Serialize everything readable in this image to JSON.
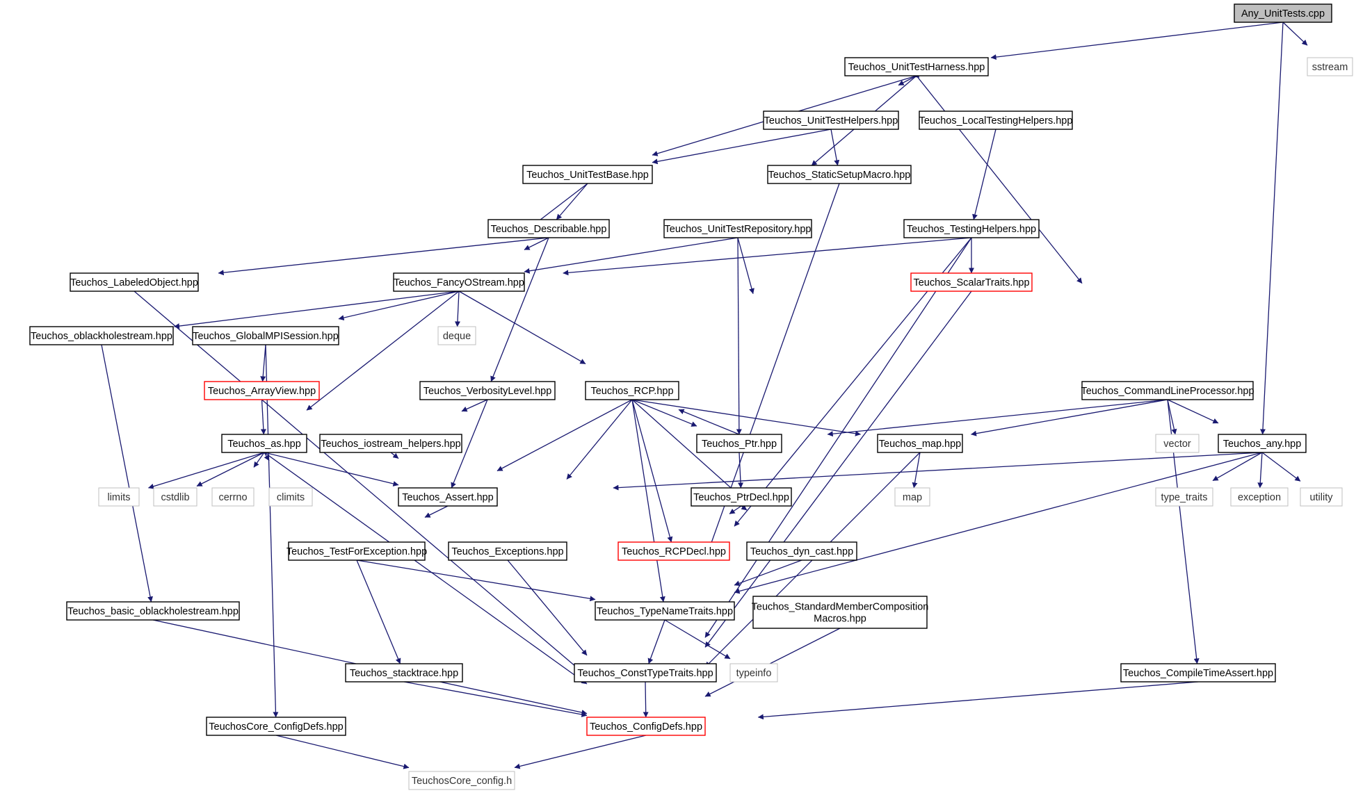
{
  "colors": {
    "edge": "#191970",
    "box_black": "#000000",
    "box_red": "#ff0000",
    "box_gray": "#bfbfbf",
    "root_fill": "#bfbfbf"
  },
  "nodes": [
    {
      "id": "any_unittests",
      "label": "Any_UnitTests.cpp",
      "style": "root"
    },
    {
      "id": "sstream",
      "label": "sstream",
      "style": "gray"
    },
    {
      "id": "unittestharness",
      "label": "Teuchos_UnitTestHarness.hpp",
      "style": "black"
    },
    {
      "id": "unittesthelpers",
      "label": "Teuchos_UnitTestHelpers.hpp",
      "style": "black"
    },
    {
      "id": "localtestinghelpers",
      "label": "Teuchos_LocalTestingHelpers.hpp",
      "style": "black"
    },
    {
      "id": "unittestbase",
      "label": "Teuchos_UnitTestBase.hpp",
      "style": "black"
    },
    {
      "id": "staticsetupmacro",
      "label": "Teuchos_StaticSetupMacro.hpp",
      "style": "black"
    },
    {
      "id": "describable",
      "label": "Teuchos_Describable.hpp",
      "style": "black"
    },
    {
      "id": "unittestrepository",
      "label": "Teuchos_UnitTestRepository.hpp",
      "style": "black"
    },
    {
      "id": "testinghelpers",
      "label": "Teuchos_TestingHelpers.hpp",
      "style": "black"
    },
    {
      "id": "labeledobject",
      "label": "Teuchos_LabeledObject.hpp",
      "style": "black"
    },
    {
      "id": "fancyostream",
      "label": "Teuchos_FancyOStream.hpp",
      "style": "black"
    },
    {
      "id": "scalartraits",
      "label": "Teuchos_ScalarTraits.hpp",
      "style": "red"
    },
    {
      "id": "oblackholestream",
      "label": "Teuchos_oblackholestream.hpp",
      "style": "black"
    },
    {
      "id": "globalmpisession",
      "label": "Teuchos_GlobalMPISession.hpp",
      "style": "black"
    },
    {
      "id": "deque",
      "label": "deque",
      "style": "gray"
    },
    {
      "id": "arrayview",
      "label": "Teuchos_ArrayView.hpp",
      "style": "red"
    },
    {
      "id": "verbositylevel",
      "label": "Teuchos_VerbosityLevel.hpp",
      "style": "black"
    },
    {
      "id": "rcp",
      "label": "Teuchos_RCP.hpp",
      "style": "black"
    },
    {
      "id": "commandlineprocessor",
      "label": "Teuchos_CommandLineProcessor.hpp",
      "style": "black"
    },
    {
      "id": "as",
      "label": "Teuchos_as.hpp",
      "style": "black"
    },
    {
      "id": "iostream_helpers",
      "label": "Teuchos_iostream_helpers.hpp",
      "style": "black"
    },
    {
      "id": "ptr",
      "label": "Teuchos_Ptr.hpp",
      "style": "black"
    },
    {
      "id": "map_hpp",
      "label": "Teuchos_map.hpp",
      "style": "black"
    },
    {
      "id": "vector",
      "label": "vector",
      "style": "gray"
    },
    {
      "id": "any_hpp",
      "label": "Teuchos_any.hpp",
      "style": "black"
    },
    {
      "id": "limits",
      "label": "limits",
      "style": "gray"
    },
    {
      "id": "cstdlib",
      "label": "cstdlib",
      "style": "gray"
    },
    {
      "id": "cerrno",
      "label": "cerrno",
      "style": "gray"
    },
    {
      "id": "climits",
      "label": "climits",
      "style": "gray"
    },
    {
      "id": "assert",
      "label": "Teuchos_Assert.hpp",
      "style": "black"
    },
    {
      "id": "ptrdecl",
      "label": "Teuchos_PtrDecl.hpp",
      "style": "black"
    },
    {
      "id": "map",
      "label": "map",
      "style": "gray"
    },
    {
      "id": "type_traits",
      "label": "type_traits",
      "style": "gray"
    },
    {
      "id": "exception",
      "label": "exception",
      "style": "gray"
    },
    {
      "id": "utility",
      "label": "utility",
      "style": "gray"
    },
    {
      "id": "testforexception",
      "label": "Teuchos_TestForException.hpp",
      "style": "black"
    },
    {
      "id": "exceptions",
      "label": "Teuchos_Exceptions.hpp",
      "style": "black"
    },
    {
      "id": "rcpdecl",
      "label": "Teuchos_RCPDecl.hpp",
      "style": "red"
    },
    {
      "id": "dyn_cast",
      "label": "Teuchos_dyn_cast.hpp",
      "style": "black"
    },
    {
      "id": "basic_oblackholestream",
      "label": "Teuchos_basic_oblackholestream.hpp",
      "style": "black"
    },
    {
      "id": "typenametraits",
      "label": "Teuchos_TypeNameTraits.hpp",
      "style": "black"
    },
    {
      "id": "standardmembercomposition",
      "label": [
        "Teuchos_StandardMemberComposition",
        "Macros.hpp"
      ],
      "style": "black"
    },
    {
      "id": "stacktrace",
      "label": "Teuchos_stacktrace.hpp",
      "style": "black"
    },
    {
      "id": "consttypetraits",
      "label": "Teuchos_ConstTypeTraits.hpp",
      "style": "black"
    },
    {
      "id": "typeinfo",
      "label": "typeinfo",
      "style": "gray"
    },
    {
      "id": "compiletimeassert",
      "label": "Teuchos_CompileTimeAssert.hpp",
      "style": "black"
    },
    {
      "id": "teuchoscore_configdefs",
      "label": "TeuchosCore_ConfigDefs.hpp",
      "style": "black"
    },
    {
      "id": "configdefs",
      "label": "Teuchos_ConfigDefs.hpp",
      "style": "red"
    },
    {
      "id": "teuchoscore_config",
      "label": "TeuchosCore_config.h",
      "style": "gray"
    }
  ],
  "edges": [
    [
      "any_unittests",
      "unittestharness"
    ],
    [
      "any_unittests",
      "sstream"
    ],
    [
      "any_unittests",
      "any_hpp"
    ],
    [
      "unittestharness",
      "unittesthelpers"
    ],
    [
      "unittestharness",
      "localtestinghelpers"
    ],
    [
      "unittestharness",
      "unittestbase"
    ],
    [
      "unittestharness",
      "unittestrepository"
    ],
    [
      "unittestharness",
      "commandlineprocessor"
    ],
    [
      "unittesthelpers",
      "unittestbase"
    ],
    [
      "unittesthelpers",
      "staticsetupmacro"
    ],
    [
      "localtestinghelpers",
      "testinghelpers"
    ],
    [
      "unittestbase",
      "describable"
    ],
    [
      "unittestbase",
      "fancyostream"
    ],
    [
      "staticsetupmacro",
      "configdefs"
    ],
    [
      "describable",
      "labeledobject"
    ],
    [
      "describable",
      "fancyostream"
    ],
    [
      "describable",
      "verbositylevel"
    ],
    [
      "unittestrepository",
      "fancyostream"
    ],
    [
      "unittestrepository",
      "ptr"
    ],
    [
      "unittestrepository",
      "standardmembercomposition"
    ],
    [
      "testinghelpers",
      "fancyostream"
    ],
    [
      "testinghelpers",
      "scalartraits"
    ],
    [
      "testinghelpers",
      "typenametraits"
    ],
    [
      "testinghelpers",
      "configdefs"
    ],
    [
      "labeledobject",
      "configdefs"
    ],
    [
      "fancyostream",
      "oblackholestream"
    ],
    [
      "fancyostream",
      "globalmpisession"
    ],
    [
      "fancyostream",
      "deque"
    ],
    [
      "fancyostream",
      "rcp"
    ],
    [
      "fancyostream",
      "as"
    ],
    [
      "scalartraits",
      "configdefs"
    ],
    [
      "oblackholestream",
      "basic_oblackholestream"
    ],
    [
      "globalmpisession",
      "arrayview"
    ],
    [
      "globalmpisession",
      "teuchoscore_configdefs"
    ],
    [
      "arrayview",
      "as"
    ],
    [
      "verbositylevel",
      "iostream_helpers"
    ],
    [
      "verbositylevel",
      "assert"
    ],
    [
      "rcp",
      "ptr"
    ],
    [
      "rcp",
      "map_hpp"
    ],
    [
      "rcp",
      "assert"
    ],
    [
      "rcp",
      "exceptions"
    ],
    [
      "rcp",
      "rcpdecl"
    ],
    [
      "rcp",
      "dyn_cast"
    ],
    [
      "rcp",
      "typenametraits"
    ],
    [
      "commandlineprocessor",
      "ptr"
    ],
    [
      "commandlineprocessor",
      "map_hpp"
    ],
    [
      "commandlineprocessor",
      "vector"
    ],
    [
      "commandlineprocessor",
      "any_hpp"
    ],
    [
      "commandlineprocessor",
      "compiletimeassert"
    ],
    [
      "as",
      "limits"
    ],
    [
      "as",
      "cstdlib"
    ],
    [
      "as",
      "cerrno"
    ],
    [
      "as",
      "climits"
    ],
    [
      "as",
      "assert"
    ],
    [
      "as",
      "configdefs"
    ],
    [
      "iostream_helpers",
      "assert"
    ],
    [
      "ptr",
      "rcp"
    ],
    [
      "ptr",
      "ptrdecl"
    ],
    [
      "map_hpp",
      "map"
    ],
    [
      "map_hpp",
      "configdefs"
    ],
    [
      "any_hpp",
      "assert"
    ],
    [
      "any_hpp",
      "typenametraits"
    ],
    [
      "any_hpp",
      "type_traits"
    ],
    [
      "any_hpp",
      "exception"
    ],
    [
      "any_hpp",
      "utility"
    ],
    [
      "assert",
      "testforexception"
    ],
    [
      "ptrdecl",
      "rcpdecl"
    ],
    [
      "ptrdecl",
      "dyn_cast"
    ],
    [
      "testforexception",
      "typenametraits"
    ],
    [
      "testforexception",
      "stacktrace"
    ],
    [
      "exceptions",
      "configdefs"
    ],
    [
      "dyn_cast",
      "typenametraits"
    ],
    [
      "basic_oblackholestream",
      "configdefs"
    ],
    [
      "typenametraits",
      "consttypetraits"
    ],
    [
      "typenametraits",
      "typeinfo"
    ],
    [
      "standardmembercomposition",
      "configdefs"
    ],
    [
      "stacktrace",
      "configdefs"
    ],
    [
      "consttypetraits",
      "configdefs"
    ],
    [
      "compiletimeassert",
      "configdefs"
    ],
    [
      "teuchoscore_configdefs",
      "teuchoscore_config"
    ],
    [
      "configdefs",
      "teuchoscore_config"
    ]
  ]
}
